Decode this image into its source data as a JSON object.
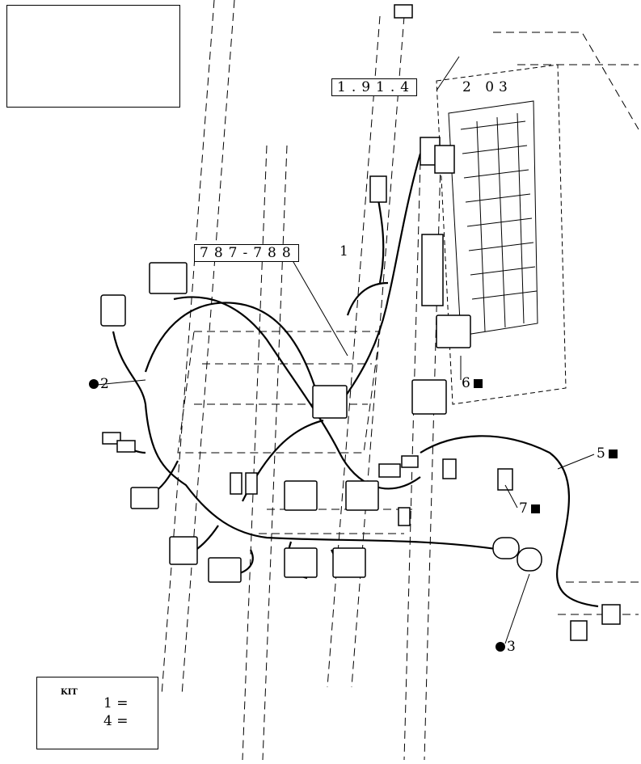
{
  "reference_boxes": {
    "top_ref": "1.91.4",
    "top_ref_suffix": "2  03",
    "mid_ref": "787-788"
  },
  "callouts": {
    "c1": "1",
    "c2": "2",
    "c3": "3",
    "c5": "5",
    "c6": "6",
    "c7": "7"
  },
  "legend": {
    "kit_text": "KIT",
    "row1": "1 =",
    "row2": "4 ="
  },
  "colors": {
    "line": "#000000",
    "background": "#ffffff"
  }
}
